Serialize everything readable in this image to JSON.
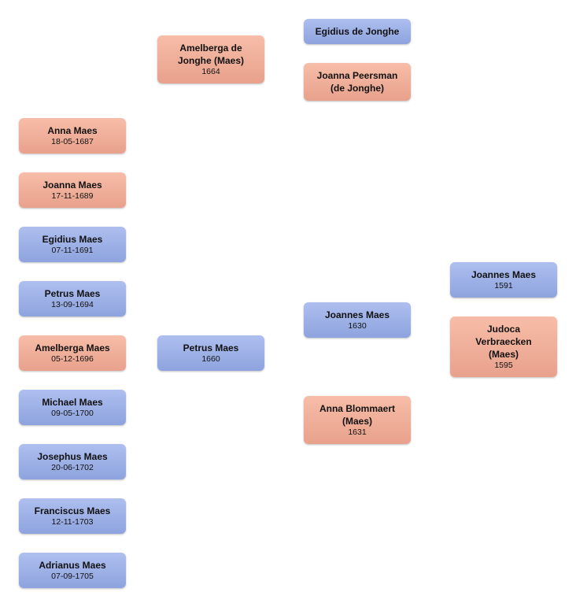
{
  "colors": {
    "male": "#9fb2e8",
    "female": "#f3b09b"
  },
  "children": [
    {
      "name": "Anna Maes",
      "date": "18-05-1687",
      "gender": "female"
    },
    {
      "name": "Joanna Maes",
      "date": "17-11-1689",
      "gender": "female"
    },
    {
      "name": "Egidius Maes",
      "date": "07-11-1691",
      "gender": "male"
    },
    {
      "name": "Petrus Maes",
      "date": "13-09-1694",
      "gender": "male"
    },
    {
      "name": "Amelberga Maes",
      "date": "05-12-1696",
      "gender": "female"
    },
    {
      "name": "Michael Maes",
      "date": "09-05-1700",
      "gender": "male"
    },
    {
      "name": "Josephus Maes",
      "date": "20-06-1702",
      "gender": "male"
    },
    {
      "name": "Franciscus Maes",
      "date": "12-11-1703",
      "gender": "male"
    },
    {
      "name": "Adrianus Maes",
      "date": "07-09-1705",
      "gender": "male"
    }
  ],
  "parents": {
    "mother": {
      "name": "Amelberga de Jonghe (Maes)",
      "date": "1664"
    },
    "father": {
      "name": "Petrus Maes",
      "date": "1660"
    }
  },
  "grandparents": {
    "maternal_grandfather": {
      "name": "Egidius de Jonghe"
    },
    "maternal_grandmother": {
      "name": "Joanna Peersman (de Jonghe)"
    },
    "paternal_grandfather": {
      "name": "Joannes Maes",
      "date": "1630"
    },
    "paternal_grandmother": {
      "name": "Anna Blommaert (Maes)",
      "date": "1631"
    }
  },
  "great_grandparents": {
    "father": {
      "name": "Joannes Maes",
      "date": "1591"
    },
    "mother": {
      "name": "Judoca Verbraecken (Maes)",
      "date": "1595"
    }
  }
}
